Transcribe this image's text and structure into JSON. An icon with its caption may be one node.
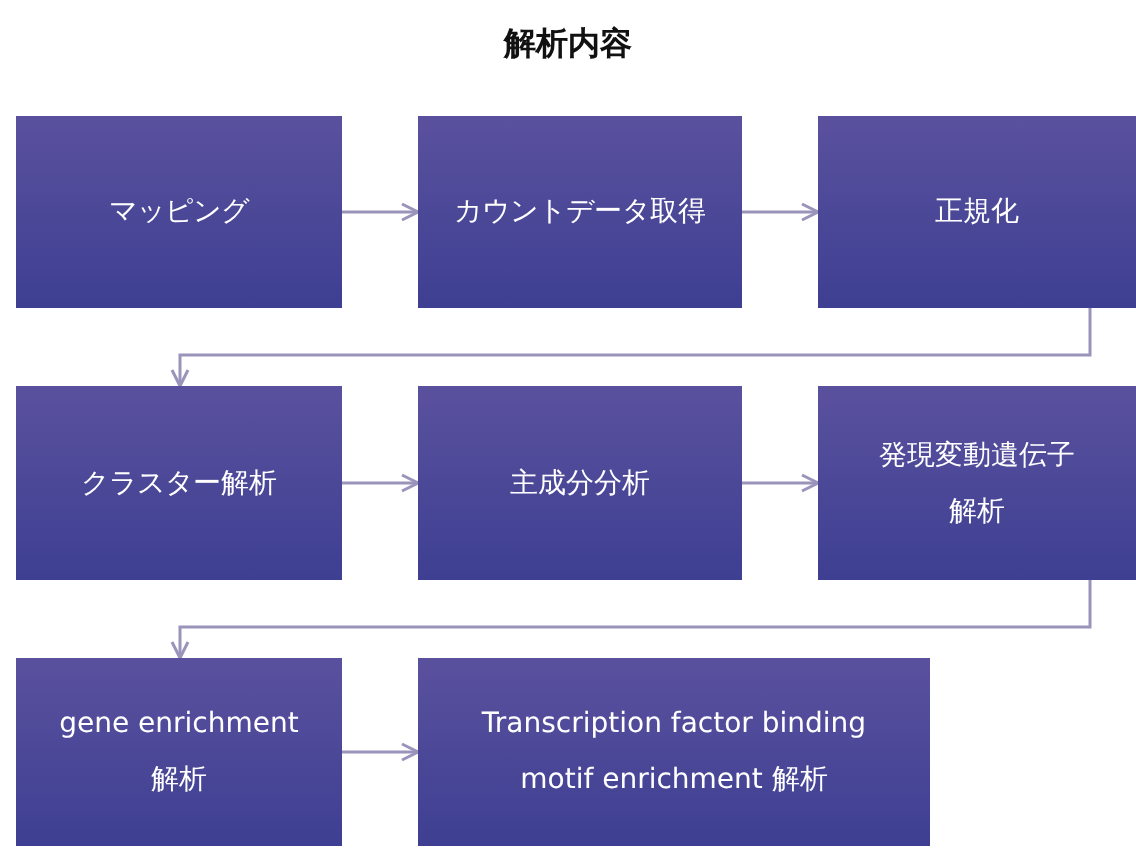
{
  "diagram": {
    "title": "解析内容",
    "nodes": [
      {
        "text": [
          "マッピング"
        ]
      },
      {
        "text": [
          "カウントデータ取得"
        ]
      },
      {
        "text": [
          "正規化"
        ]
      },
      {
        "text": [
          "クラスター解析"
        ]
      },
      {
        "text": [
          "主成分分析"
        ]
      },
      {
        "text": [
          "発現変動遺伝子解析"
        ]
      },
      {
        "text": [
          "gene enrichment 解析"
        ]
      },
      {
        "text": [
          "Transcription factor binding motif enrichment 解析"
        ]
      }
    ],
    "edges": [
      {
        "from": 0,
        "to": 1,
        "arrow": "to"
      },
      {
        "from": 1,
        "to": 2,
        "arrow": "to"
      },
      {
        "from": 2,
        "to": 3,
        "arrow": "to"
      },
      {
        "from": 3,
        "to": 4,
        "arrow": "to"
      },
      {
        "from": 4,
        "to": 5,
        "arrow": "to"
      },
      {
        "from": 5,
        "to": 6,
        "arrow": "to"
      },
      {
        "from": 6,
        "to": 7,
        "arrow": "to"
      }
    ]
  }
}
